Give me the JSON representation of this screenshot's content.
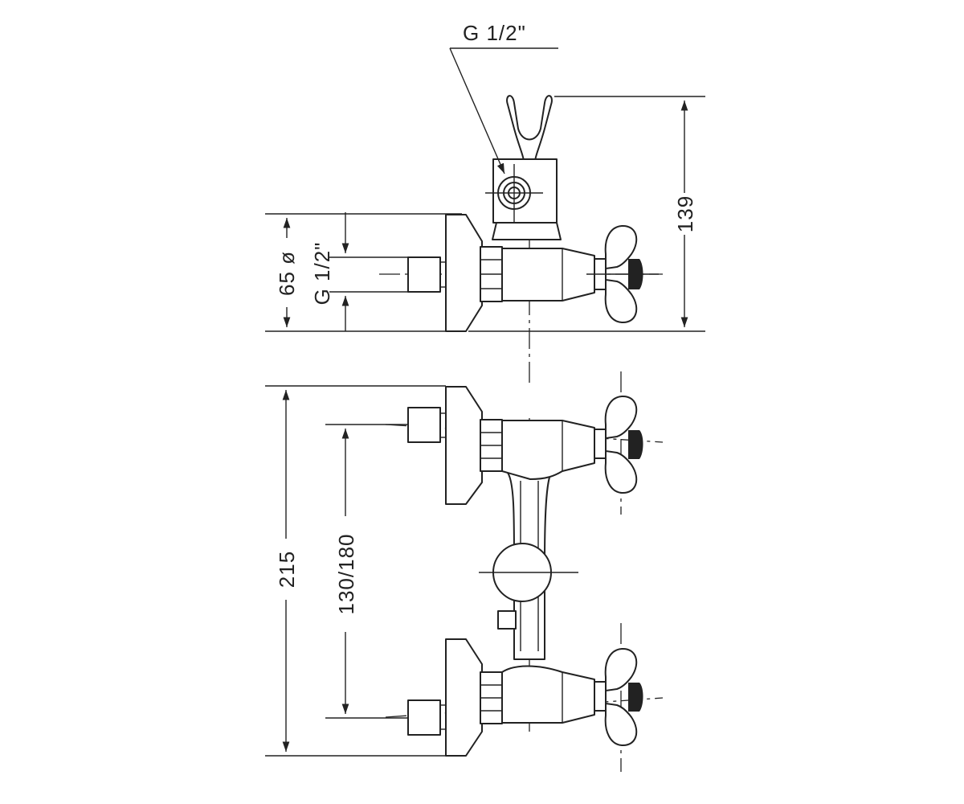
{
  "drawing": {
    "dimensions": {
      "top_connection": "G  1/2\"",
      "height_top": "139",
      "wall_plate": "65  ø",
      "inlet_thread": "G  1/2\"",
      "total_height": "215",
      "centers": "130/180"
    }
  }
}
